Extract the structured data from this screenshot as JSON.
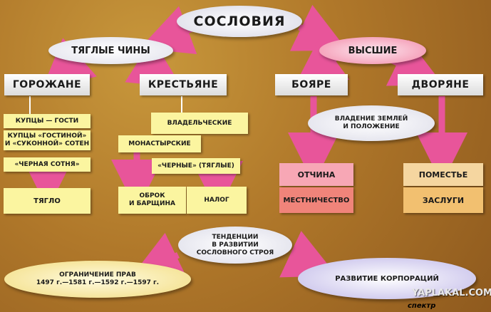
{
  "title": "СОСЛОВИЯ",
  "groups": {
    "tyaglye": "ТЯГЛЫЕ ЧИНЫ",
    "vysshie": "ВЫСШИЕ"
  },
  "headers": {
    "gorozhane": "ГОРОЖАНЕ",
    "krestyane": "КРЕСТЬЯНЕ",
    "boyare": "БОЯРЕ",
    "dvoryane": "ДВОРЯНЕ"
  },
  "gorozhane": [
    "КУПЦЫ — ГОСТИ",
    "КУПЦЫ «ГОСТИНОЙ»\nИ «СУКОННОЙ» СОТЕН",
    "«ЧЕРНАЯ СОТНЯ»",
    "ТЯГЛО"
  ],
  "krestyane": [
    "ВЛАДЕЛЬЧЕСКИЕ",
    "МОНАСТЫРСКИЕ",
    "«ЧЕРНЫЕ» (ТЯГЛЫЕ)",
    "ОБРОК\nИ БАРЩИНА",
    "НАЛОГ"
  ],
  "ownership_note": "ВЛАДЕНИЕ ЗЕМЛЕЙ\nИ ПОЛОЖЕНИЕ",
  "boyare": [
    "ОТЧИНА",
    "МЕСТНИЧЕСТВО"
  ],
  "dvoryane": [
    "ПОМЕСТЬЕ",
    "ЗАСЛУГИ"
  ],
  "trends": {
    "title": "ТЕНДЕНЦИИ\nВ РАЗВИТИИ\nСОСЛОВНОГО СТРОЯ",
    "left": "ОГРАНИЧЕНИЕ ПРАВ\n1497 г.—1581 г.—1592 г.—1597 г.",
    "right": "РАЗВИТИЕ КОРПОРАЦИЙ"
  },
  "watermarks": [
    "YAPLAKAL.COM",
    "спектр"
  ]
}
